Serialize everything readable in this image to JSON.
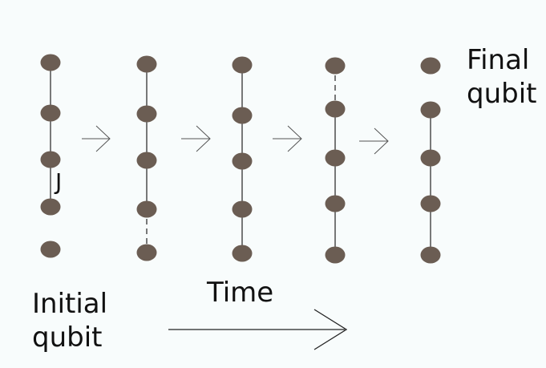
{
  "labels": {
    "final_line1": "Final",
    "final_line2": "qubit",
    "initial_line1": "Initial",
    "initial_line2": "qubit",
    "time": "Time",
    "coupling": "J"
  },
  "colors": {
    "node": "#6b5d53",
    "stroke": "#222222",
    "background": "#f8fcfc"
  },
  "columns": [
    {
      "nodes": 5,
      "links": [
        "solid",
        "solid",
        "solid",
        "none"
      ]
    },
    {
      "nodes": 5,
      "links": [
        "solid",
        "solid",
        "solid",
        "dashed"
      ]
    },
    {
      "nodes": 5,
      "links": [
        "solid",
        "solid",
        "solid",
        "solid"
      ]
    },
    {
      "nodes": 5,
      "links": [
        "dashed",
        "solid",
        "solid",
        "solid"
      ]
    },
    {
      "nodes": 5,
      "links": [
        "none",
        "solid",
        "solid",
        "solid"
      ]
    }
  ]
}
